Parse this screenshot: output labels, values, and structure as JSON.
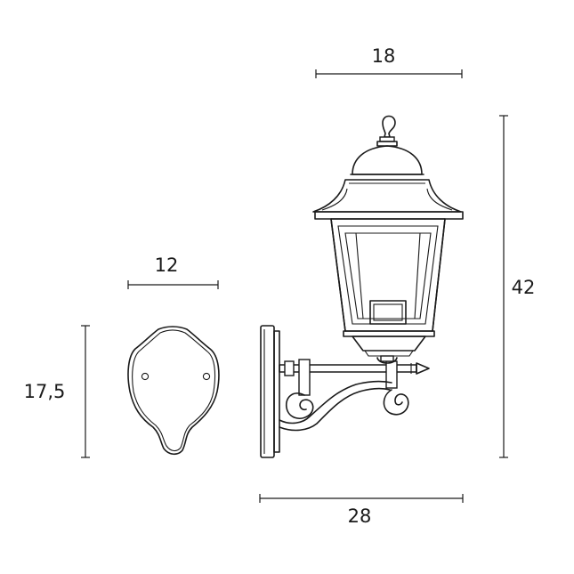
{
  "dimensions": {
    "lantern_width": "18",
    "total_height": "42",
    "plate_width": "12",
    "plate_height": "17,5",
    "total_depth": "28"
  },
  "colors": {
    "line": "#1a1a1a",
    "background": "#ffffff"
  }
}
